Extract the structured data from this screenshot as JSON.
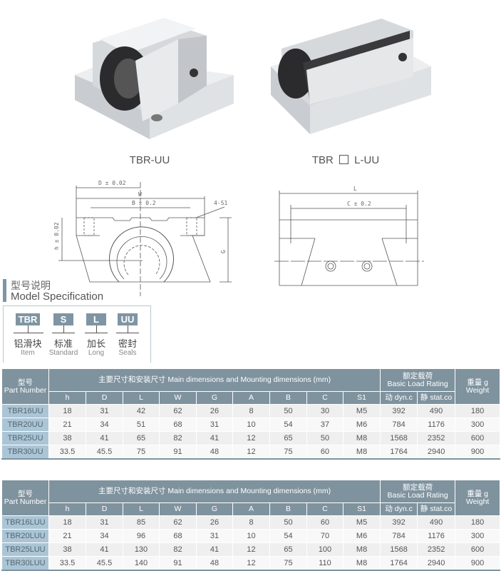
{
  "products": [
    {
      "caption": "TBR-UU"
    },
    {
      "caption_prefix": "TBR",
      "caption_suffix": "L-UU"
    }
  ],
  "drawing_front": {
    "d_label": "D ± 0.02",
    "w_label": "W",
    "b_label": "B ± 0.2",
    "s1_label": "4-S1",
    "h_label": "h ± 0.02",
    "g_label": "G"
  },
  "drawing_side": {
    "l_label": "L",
    "c_label": "C ± 0.2"
  },
  "spec": {
    "title_cn": "型号说明",
    "title_en": "Model Specification",
    "codes": [
      {
        "code": "TBR",
        "cn": "铝滑块",
        "en": "Item"
      },
      {
        "code": "S",
        "cn": "标准",
        "en": "Standard"
      },
      {
        "code": "L",
        "cn": "加长",
        "en": "Long"
      },
      {
        "code": "UU",
        "cn": "密封",
        "en": "Seals"
      }
    ]
  },
  "table_header": {
    "part_cn": "型号",
    "part_en": "Part Number",
    "main_dims": "主要尺寸和安装尺寸  Main dimensions and Mounting dimensions (mm)",
    "load_cn": "额定载荷",
    "load_en": "Basic Load Rating",
    "weight_cn": "重量 g",
    "weight_en": "Weight",
    "cols": [
      "h",
      "D",
      "L",
      "W",
      "G",
      "A",
      "B",
      "C",
      "S1",
      "动 dyn.c",
      "静 stat.co"
    ]
  },
  "tables": [
    {
      "rows": [
        [
          "TBR16UU",
          "18",
          "31",
          "42",
          "62",
          "26",
          "8",
          "50",
          "30",
          "M5",
          "392",
          "490",
          "180"
        ],
        [
          "TBR20UU",
          "21",
          "34",
          "51",
          "68",
          "31",
          "10",
          "54",
          "37",
          "M6",
          "784",
          "1176",
          "300"
        ],
        [
          "TBR25UU",
          "38",
          "41",
          "65",
          "82",
          "41",
          "12",
          "65",
          "50",
          "M8",
          "1568",
          "2352",
          "600"
        ],
        [
          "TBR30UU",
          "33.5",
          "45.5",
          "75",
          "91",
          "48",
          "12",
          "75",
          "60",
          "M8",
          "1764",
          "2940",
          "900"
        ]
      ]
    },
    {
      "rows": [
        [
          "TBR16LUU",
          "18",
          "31",
          "85",
          "62",
          "26",
          "8",
          "50",
          "60",
          "M5",
          "392",
          "490",
          "180"
        ],
        [
          "TBR20LUU",
          "21",
          "34",
          "96",
          "68",
          "31",
          "10",
          "54",
          "70",
          "M6",
          "784",
          "1176",
          "300"
        ],
        [
          "TBR25LUU",
          "38",
          "41",
          "130",
          "82",
          "41",
          "12",
          "65",
          "100",
          "M8",
          "1568",
          "2352",
          "600"
        ],
        [
          "TBR30LUU",
          "33.5",
          "45.5",
          "140",
          "91",
          "48",
          "12",
          "75",
          "110",
          "M8",
          "1764",
          "2940",
          "900"
        ]
      ]
    }
  ],
  "colors": {
    "header": "#7f939f",
    "part_cell": "#aac5d6",
    "accent": "#7f95a3"
  }
}
